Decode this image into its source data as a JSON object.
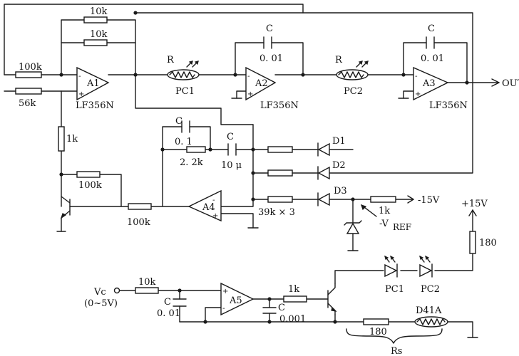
{
  "labels": {
    "r_10k_top": "10k",
    "r_10k_fb": "10k",
    "r_100k_in": "100k",
    "r_56k": "56k",
    "a1_name": "A1",
    "a1_part": "LF356N",
    "r_1k_left": "1k",
    "r_100k_mid": "100k",
    "r_100k_bottom": "100k",
    "r_label_1": "R",
    "pc1": "PC1",
    "c_label_a2": "C",
    "c_value_a2": "0. 01",
    "a2_name": "A2",
    "a2_part": "LF356N",
    "r_label_2": "R",
    "pc2": "PC2",
    "c_label_a3": "C",
    "c_value_a3": "0. 01",
    "a3_name": "A3",
    "a3_part": "LF356N",
    "out": "OUT",
    "c_label_a4": "C",
    "c_value_a4": "0. 1",
    "r_2k2": "2. 2k",
    "c_label_10u": "C",
    "c_value_10u": "10 μ",
    "d1": "D1",
    "d2": "D2",
    "d3": "D3",
    "r_39k": "39k × 3",
    "a4_name": "A4",
    "r_1k_vref": "1k",
    "neg15": "-15V",
    "vref": "-V",
    "vref_sub": "REF",
    "pos15": "+15V",
    "r_180_top": "180",
    "vc": "Vc",
    "vc_range": "(0~5V)",
    "r_10k_vc": "10k",
    "c_label_a5in": "C",
    "c_value_a5in": "0. 01",
    "a5_name": "A5",
    "r_1k_a5": "1k",
    "c_label_a5out": "C",
    "c_value_a5out": "0.001",
    "led_pc1": "PC1",
    "led_pc2": "PC2",
    "d41a": "D41A",
    "r_180_rs": "180",
    "rs": "Rs"
  },
  "colors": {
    "ink": "#1a1a1a",
    "paper": "#ffffff"
  }
}
